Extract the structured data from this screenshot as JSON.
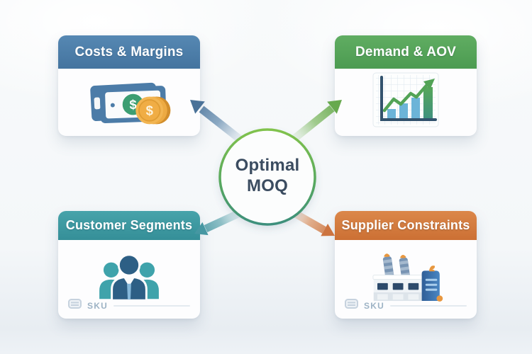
{
  "center_node": {
    "line1": "Optimal",
    "line2": "MOQ",
    "text_color": "#3b4c60",
    "ring_gradient": [
      "#7fc24a",
      "#3c8e7d"
    ]
  },
  "cards": [
    {
      "title": "Costs & Margins",
      "position": "top-left",
      "header_color": "#4a7ba8",
      "icon": "money-bills-coin-icon"
    },
    {
      "title": "Demand & AOV",
      "position": "top-right",
      "header_color": "#56a65a",
      "icon": "growth-bar-chart-icon"
    },
    {
      "title": "Customer Segments",
      "position": "bottom-left",
      "header_color": "#3d99a1",
      "icon": "people-group-icon",
      "footer_label": "SKU"
    },
    {
      "title": "Supplier Constraints",
      "position": "bottom-right",
      "header_color": "#d57b3e",
      "icon": "factory-icon",
      "footer_label": "SKU"
    }
  ],
  "arrows": [
    {
      "direction": "to-top-left",
      "target": "Costs & Margins",
      "color": "#4a7298"
    },
    {
      "direction": "to-top-right",
      "target": "Demand & AOV",
      "color": "#67a94e"
    },
    {
      "direction": "to-bottom-left",
      "target": "Customer Segments",
      "color": "#4697a2"
    },
    {
      "direction": "to-bottom-right",
      "target": "Supplier Constraints",
      "color": "#cd7440"
    }
  ]
}
